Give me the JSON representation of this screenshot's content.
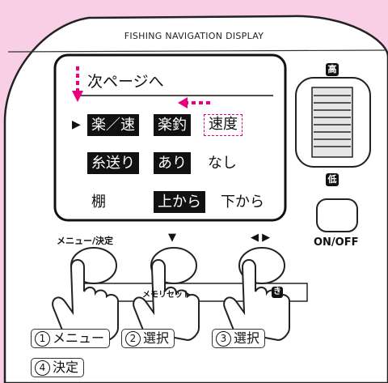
{
  "device": {
    "title": "FISHING NAVIGATION DISPLAY"
  },
  "screen": {
    "title": "次ページへ",
    "rows": [
      [
        "楽／速",
        "楽釣",
        "速度"
      ],
      [
        "糸送り",
        "あり",
        "なし"
      ],
      [
        "棚",
        "上から",
        "下から"
      ]
    ]
  },
  "dial": {
    "high_label": "高",
    "low_label": "低"
  },
  "buttons": {
    "menu_label": "メニュー/決定",
    "select_down_icon": "▼",
    "select_lr_icon": "◀ ▶",
    "onoff_label": "ON/OFF",
    "menu_reset_label": "メモリセット",
    "menu_reset_suffix": "き"
  },
  "steps": [
    {
      "num": "1",
      "text": "メニュー"
    },
    {
      "num": "2",
      "text": "選択"
    },
    {
      "num": "3",
      "text": "選択"
    },
    {
      "num": "4",
      "text": "決定"
    }
  ],
  "colors": {
    "background": "#f8cfe4",
    "arrow": "#e8007f"
  },
  "icons": [
    "pointer-hand-icon",
    "cursor-triangle-icon",
    "arrow-down-icon",
    "arrow-left-icon"
  ]
}
